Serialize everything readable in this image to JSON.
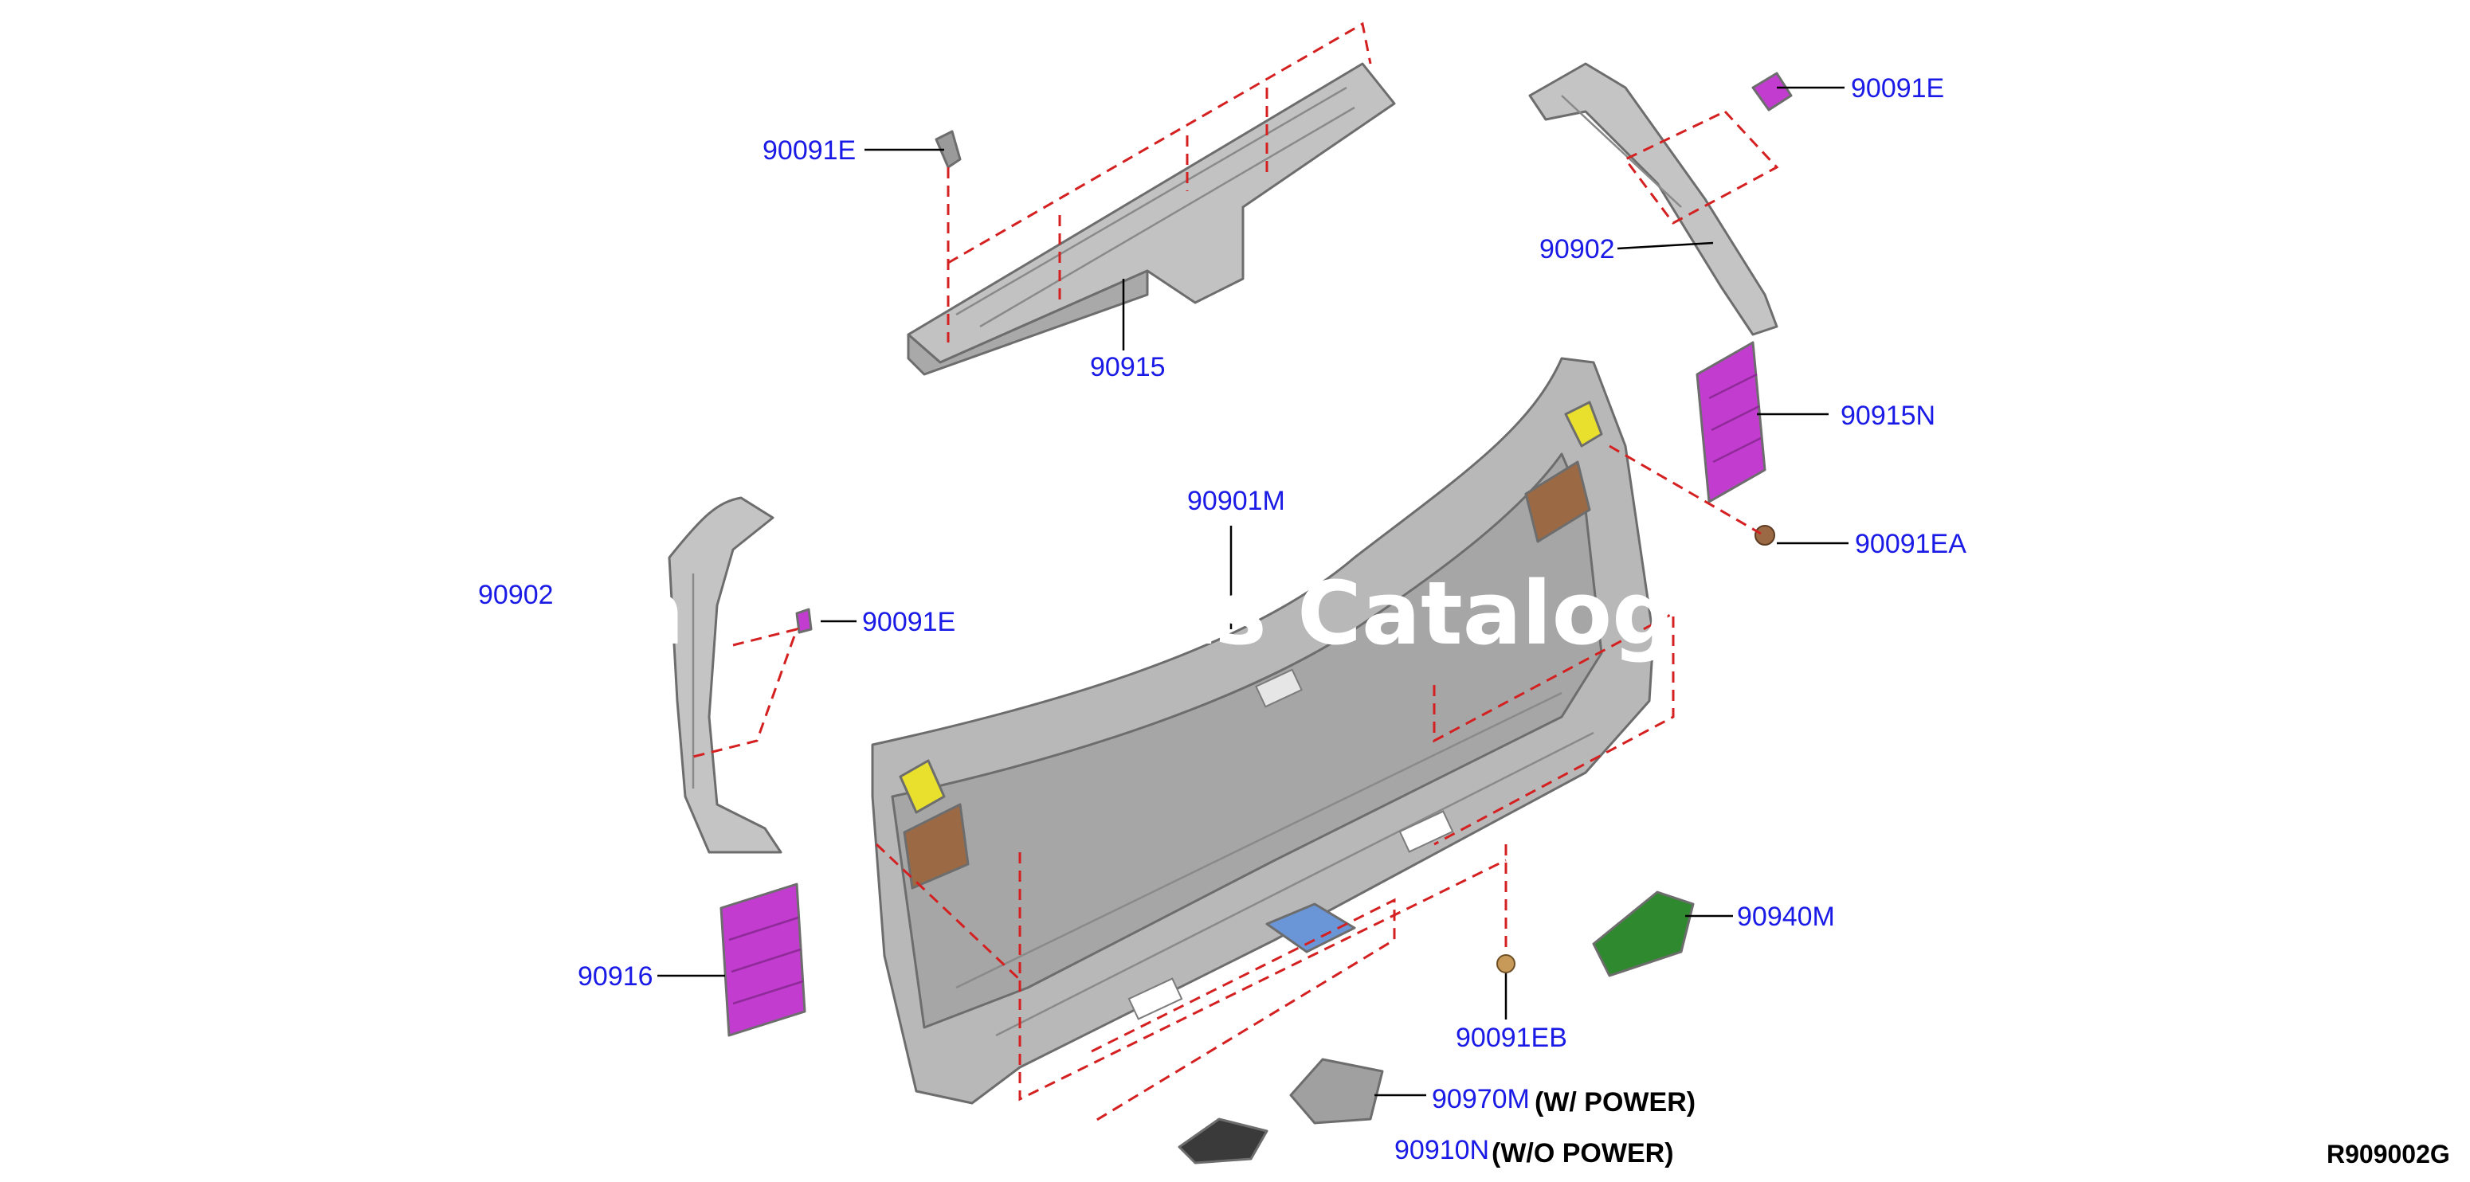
{
  "diagram": {
    "reference_code": "R909002G",
    "watermark": "Ch                ts Catalog",
    "callouts": {
      "c90091E_top_left": "90091E",
      "c90915": "90915",
      "c90091E_top_right": "90091E",
      "c90902_right": "90902",
      "c90915N": "90915N",
      "c90091EA": "90091EA",
      "c90901M": "90901M",
      "c90902_left": "90902",
      "c90091E_left": "90091E",
      "c90916": "90916",
      "c90940M": "90940M",
      "c90091EB": "90091EB",
      "c90970M": "90970M",
      "c90910N": "90910N"
    },
    "notes": {
      "w_power": "(W/ POWER)",
      "wo_power": "(W/O POWER)"
    },
    "colors": {
      "callout_text": "#1a1ae6",
      "dashed_guides": "#d42020",
      "trim_panel": "#b5b5b5",
      "clip_magenta": "#c13ccf",
      "cover_green": "#2f8a2f",
      "bracket_yellow": "#e8e02c",
      "pad_brown": "#9b6a45",
      "clip_blue": "#6a96d8"
    }
  }
}
